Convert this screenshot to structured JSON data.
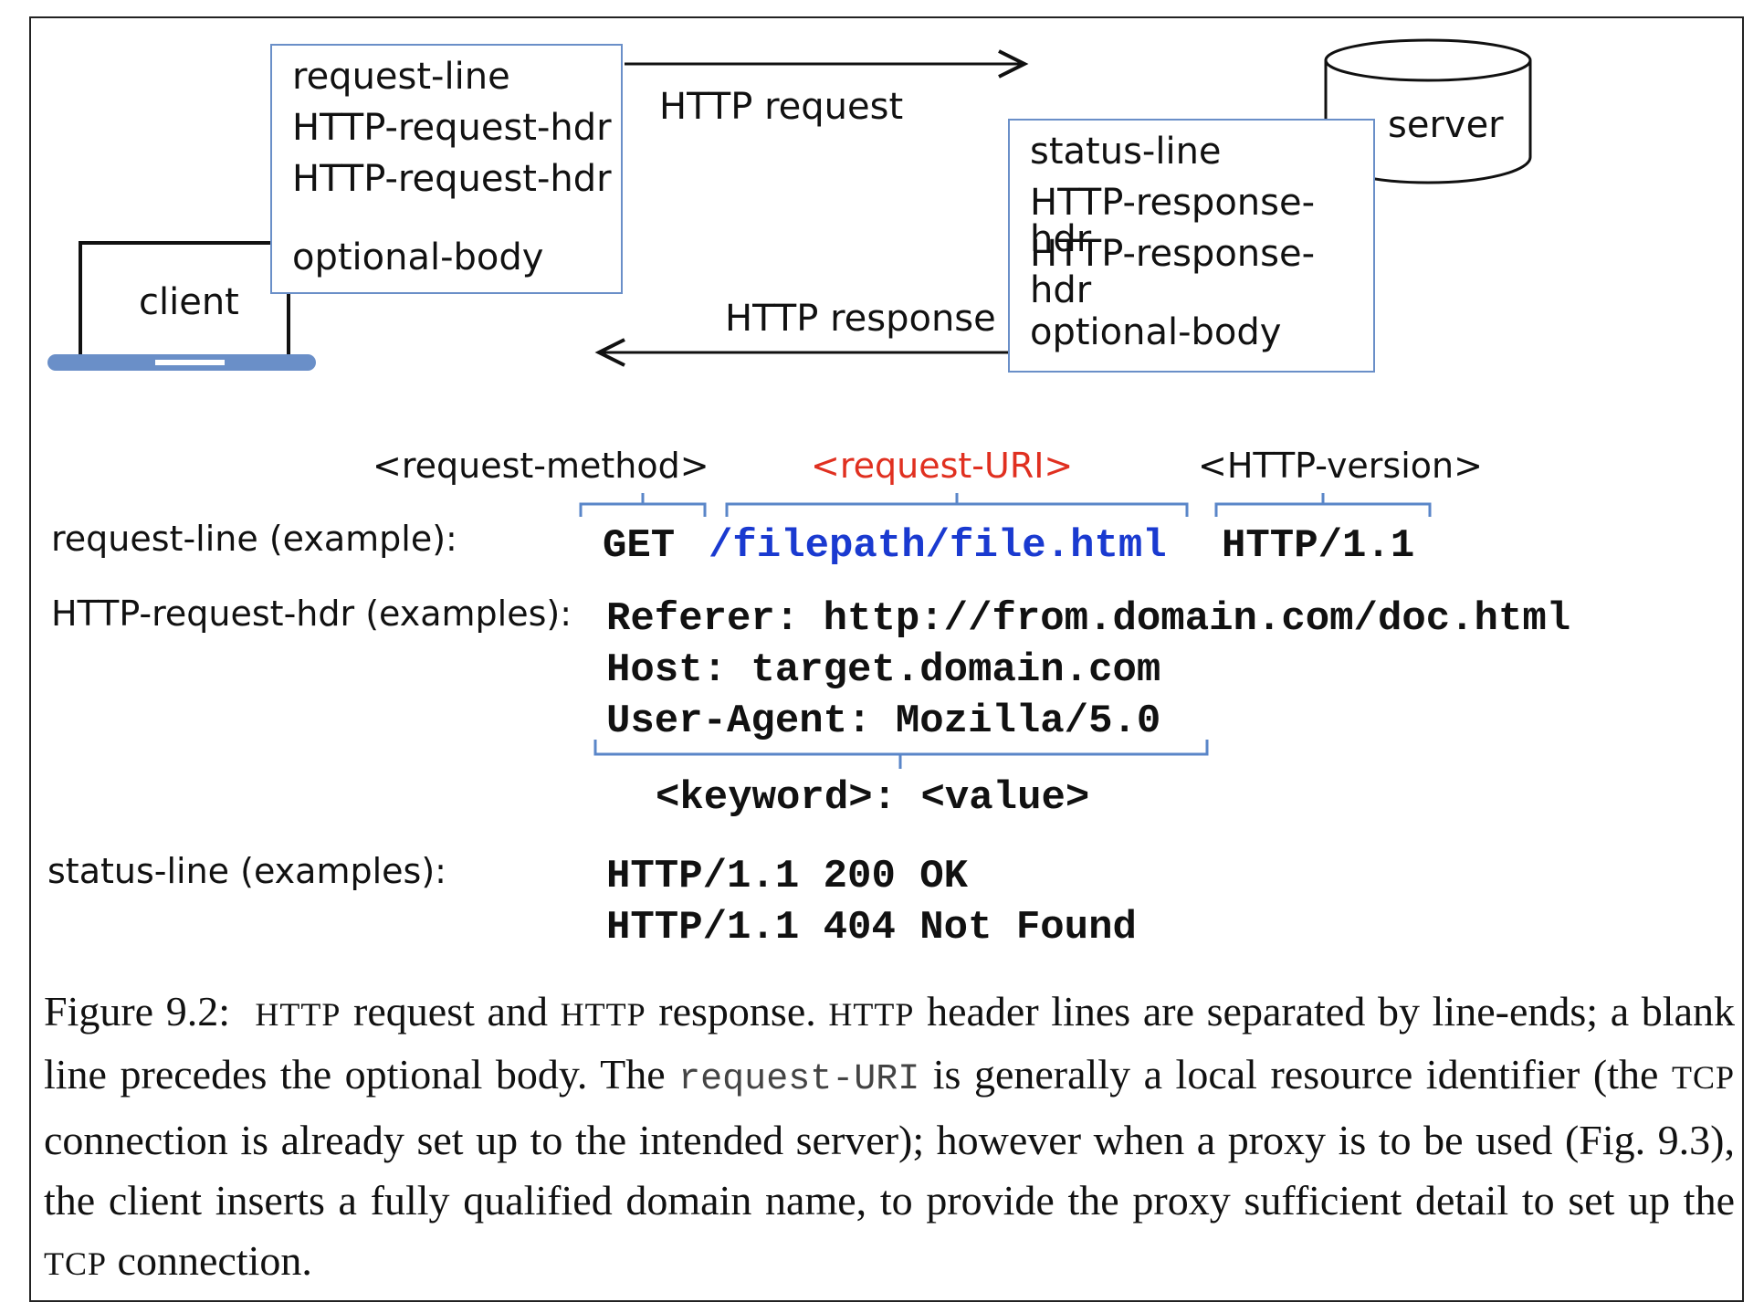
{
  "figure": {
    "client_label": "client",
    "server_label": "server",
    "http_request_label": "HTTP request",
    "http_response_label": "HTTP response",
    "request_box": [
      "request-line",
      "HTTP-request-hdr",
      "HTTP-request-hdr",
      "optional-body"
    ],
    "response_box": [
      "status-line",
      "HTTP-response-hdr",
      "HTTP-response-hdr",
      "optional-body"
    ]
  },
  "annotations": {
    "request_method": "<request-method>",
    "request_uri": "<request-URI>",
    "http_version": "<HTTP-version>",
    "keyword_value": "<keyword>: <value>"
  },
  "examples": {
    "request_line_label": "request-line (example):",
    "request_line": {
      "method": "GET",
      "uri": "/filepath/file.html",
      "version": "HTTP/1.1"
    },
    "request_hdr_label": "HTTP-request-hdr (examples):",
    "request_hdrs": [
      "Referer: http://from.domain.com/doc.html",
      "Host: target.domain.com",
      "User-Agent: Mozilla/5.0"
    ],
    "status_line_label": "status-line (examples):",
    "status_lines": [
      "HTTP/1.1 200 OK",
      "HTTP/1.1 404 Not Found"
    ]
  },
  "caption": {
    "figure_number": "Figure 9.2:",
    "parts": [
      {
        "t": "sc",
        "v": "HTTP"
      },
      {
        "t": "n",
        "v": " request and "
      },
      {
        "t": "sc",
        "v": "HTTP"
      },
      {
        "t": "n",
        "v": " response. "
      },
      {
        "t": "sc",
        "v": "HTTP"
      },
      {
        "t": "n",
        "v": " header lines are separated by line-ends; a blank line precedes the optional body.  The "
      },
      {
        "t": "tt",
        "v": "request-URI"
      },
      {
        "t": "n",
        "v": " is generally a local resource identifier (the "
      },
      {
        "t": "sc",
        "v": "TCP"
      },
      {
        "t": "n",
        "v": " connection is already set up to the intended server); however when a proxy is to be used (Fig. 9.3), the client inserts a fully qualified domain name, to provide the proxy sufficient detail to set up the "
      },
      {
        "t": "sc",
        "v": "TCP"
      },
      {
        "t": "n",
        "v": " connection."
      }
    ]
  },
  "colors": {
    "box_border": "#6a8fc8",
    "laptop_base": "#6a8fc8",
    "uri_annotation": "#e03020",
    "uri_code": "#1a3ad0",
    "bracket": "#5a86c8"
  }
}
